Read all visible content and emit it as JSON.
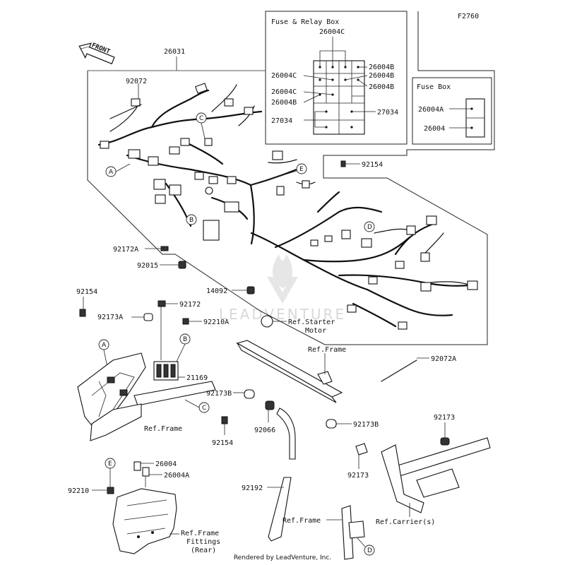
{
  "figure_code": "F2760",
  "front_label": "FRONT",
  "footer": "Rendered by LeadVenture, Inc.",
  "watermark": "LEADVENTURE",
  "fuse_relay_box": {
    "title": "Fuse & Relay Box",
    "labels": [
      "26004C",
      "26004B",
      "26004C",
      "26004B",
      "26004C",
      "26004B",
      "26004B",
      "27034",
      "27034"
    ]
  },
  "fuse_box": {
    "title": "Fuse Box",
    "labels": [
      "26004A",
      "26004"
    ]
  },
  "callouts": {
    "main_harness": "26031",
    "clamp_top": "92072",
    "clamp_bolt": "92172A",
    "nut": "92015",
    "grommet": "14092",
    "screw_right": "92154",
    "starter_ref": "Ref.Starter\nMotor",
    "screw_left": "92154",
    "band_left": "92173A",
    "bolt_mid": "92172",
    "nut_mid": "92210A",
    "relay": "21169",
    "frame_ref_left": "Ref.Frame",
    "screw_bottom": "92154",
    "frame_ref_right": "Ref.Frame",
    "band_right_a": "92173B",
    "cap": "92066",
    "band_right_b": "92173B",
    "clamp_right": "92072A",
    "band_carrier": "92173",
    "band_carrier_2": "92173",
    "carrier_ref": "Ref.Carrier(s)",
    "tube": "92192",
    "frame_ref_bottom": "Ref.Frame",
    "fuse_b1": "26004",
    "fuse_b2": "26004A",
    "nut_bottom": "92210",
    "fittings_ref": "Ref.Frame\nFittings\n(Rear)"
  },
  "letters": [
    "A",
    "B",
    "C",
    "D",
    "E"
  ]
}
